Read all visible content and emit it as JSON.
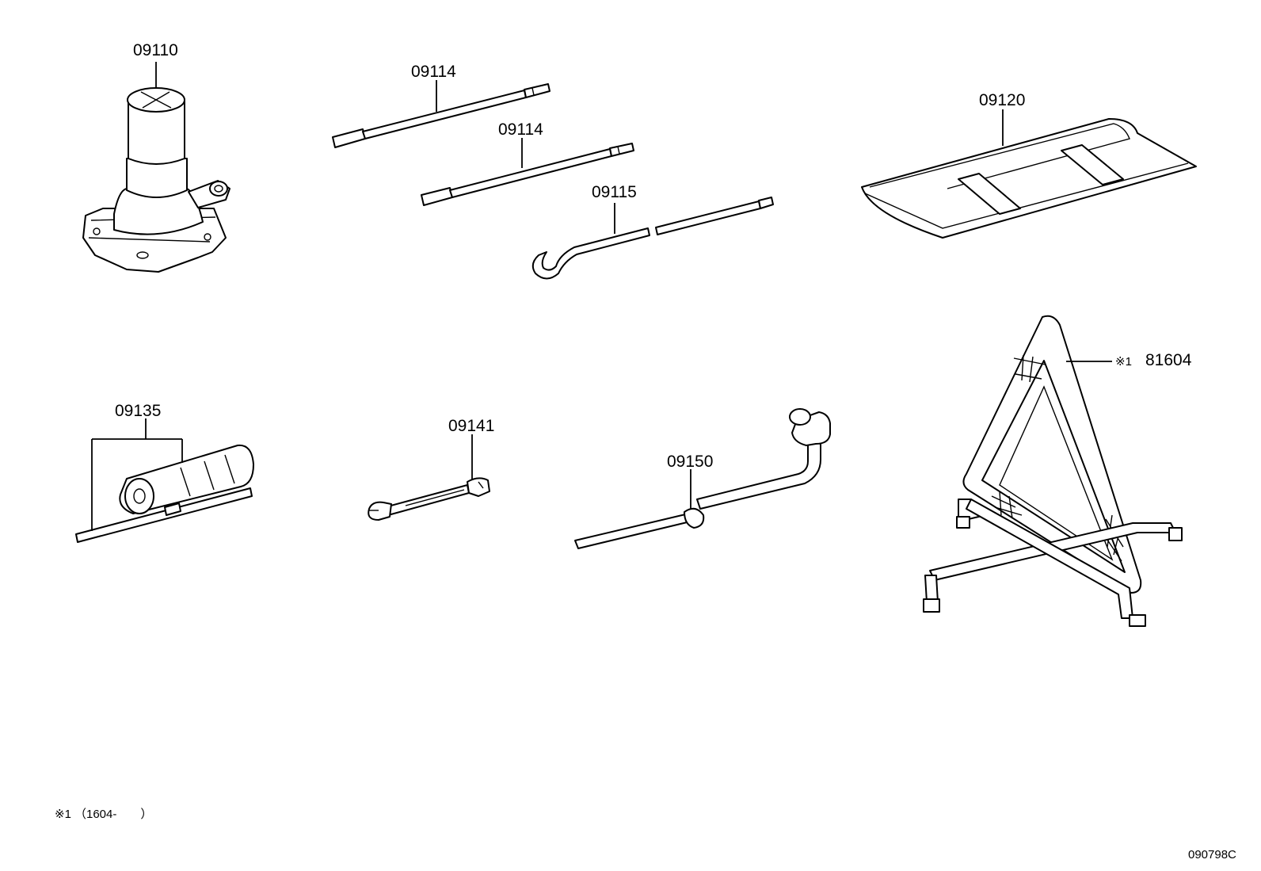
{
  "parts": [
    {
      "id": "jack",
      "label": "09110"
    },
    {
      "id": "jack-handle-extension-1",
      "label": "09114"
    },
    {
      "id": "jack-handle-extension-2",
      "label": "09114"
    },
    {
      "id": "jack-handle",
      "label": "09115"
    },
    {
      "id": "tool-bag",
      "label": "09120"
    },
    {
      "id": "screwdriver",
      "label": "09135"
    },
    {
      "id": "wrench",
      "label": "09141"
    },
    {
      "id": "wheel-nut-wrench",
      "label": "09150"
    },
    {
      "id": "warning-triangle",
      "label": "81604",
      "marker": "※1"
    }
  ],
  "footnote": {
    "marker": "※1",
    "text": "（1604-　　）"
  },
  "diagram_code": "090798C"
}
